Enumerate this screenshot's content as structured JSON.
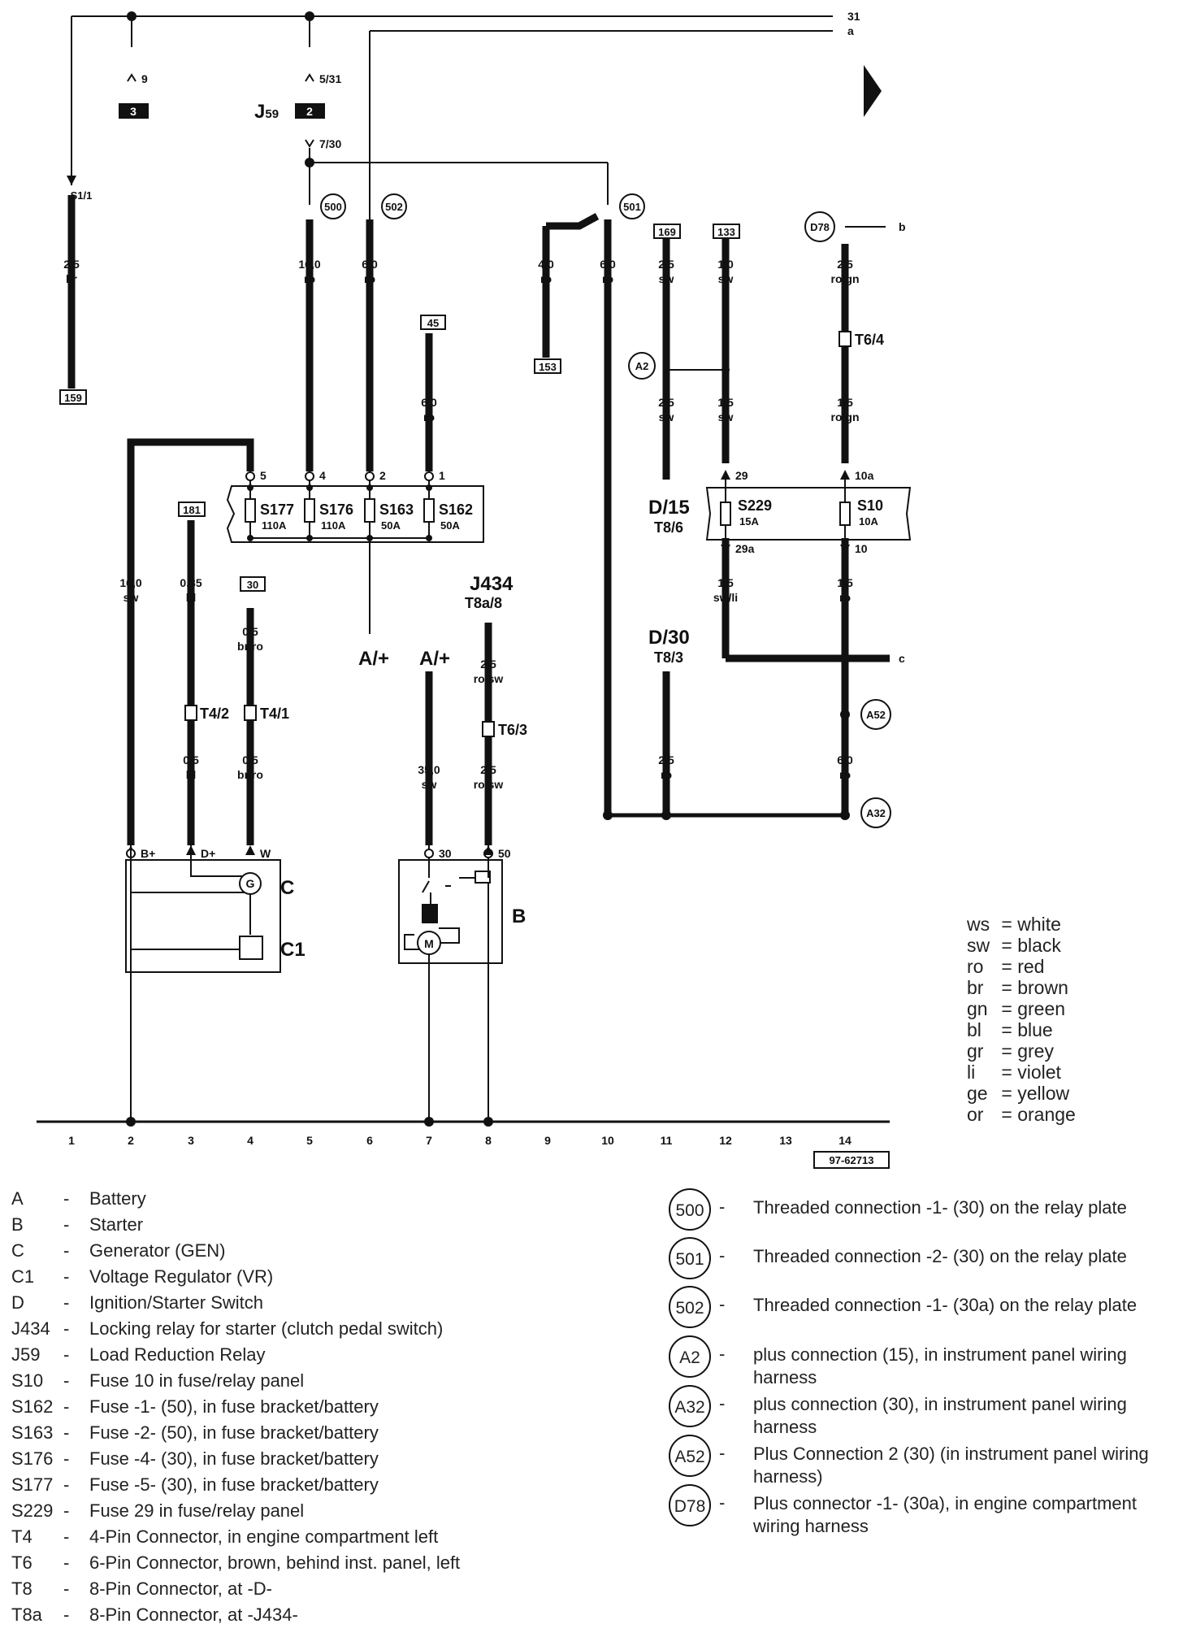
{
  "buses": {
    "b31": "31",
    "ba": "a",
    "bb": "b",
    "bc": "c"
  },
  "relay": {
    "name": "J",
    "sub": "59",
    "p1": "9",
    "p2": "5/31",
    "p3": "7/30",
    "box1": "3",
    "box2": "2"
  },
  "connectors": {
    "c500": "500",
    "c502": "502",
    "c501": "501",
    "cD78": "D78",
    "cA2": "A2",
    "cA52": "A52",
    "cA32": "A32",
    "b169": "169",
    "b133": "133",
    "b45": "45",
    "b153": "153",
    "b159": "159",
    "b181": "181",
    "b30": "30"
  },
  "wires": {
    "s11": "S1/1",
    "w1": "2,5",
    "c1": "br",
    "w2": "16,0",
    "c2": "ro",
    "w3": "6,0",
    "c3": "ro",
    "w4": "4,0",
    "c4": "ro",
    "w5": "6,0",
    "c5": "ro",
    "w6": "2,5",
    "c6": "sw",
    "w7": "1,0",
    "c7": "sw",
    "w8": "2,5",
    "c8": "ro/gn",
    "w9": "6.0",
    "c9": "ro",
    "w10": "2,5",
    "c10": "sw",
    "w11": "1,5",
    "c11": "sw",
    "w12": "1,5",
    "c12": "ro/gn",
    "w13": "16,0",
    "c13": "sw",
    "w14": "0,35",
    "c14": "bl",
    "w15": "0,5",
    "c15": "br/ro",
    "w16": "0,5",
    "c16": "bl",
    "w17": "0,5",
    "c17": "br/ro",
    "w18": "2,5",
    "c18": "ro/sw",
    "w19": "2,5",
    "c19": "ro/sw",
    "w20": "35,0",
    "c20": "sw",
    "w21": "1,5",
    "c21": "sw/li",
    "w22": "1,5",
    "c22": "ro",
    "w23": "2,5",
    "c23": "ro",
    "w24": "6,0",
    "c24": "ro"
  },
  "fuses": {
    "s177": "S177",
    "s176": "S176",
    "s163": "S163",
    "s162": "S162",
    "a177": "110A",
    "a176": "110A",
    "a163": "50A",
    "a162": "50A",
    "p5": "5",
    "p4": "4",
    "p2": "2",
    "p1": "1",
    "s229": "S229",
    "a229": "15A",
    "s10": "S10",
    "a10": "10A",
    "p29": "29",
    "p29a": "29a",
    "p10a": "10a",
    "p10": "10"
  },
  "labels": {
    "t64": "T6/4",
    "t42": "T4/2",
    "t41": "T4/1",
    "t63": "T6/3",
    "d15": "D/15",
    "t86": "T8/6",
    "d30": "D/30",
    "t83": "T8/3",
    "j434": "J434",
    "t8a8": "T8a/8",
    "aplus1": "A/+",
    "aplus2": "A/+",
    "bplus": "B+",
    "dplus": "D+",
    "wterm": "W",
    "t30": "30",
    "t50": "50",
    "gen": "C",
    "vr": "C1",
    "starter": "B",
    "gsym": "G",
    "msym": "M"
  },
  "ground": {
    "nums": [
      "1",
      "2",
      "3",
      "4",
      "5",
      "6",
      "7",
      "8",
      "9",
      "10",
      "11",
      "12",
      "13",
      "14"
    ],
    "ref": "97-62713"
  },
  "colors": [
    {
      "code": "ws",
      "name": "white"
    },
    {
      "code": "sw",
      "name": "black"
    },
    {
      "code": "ro",
      "name": "red"
    },
    {
      "code": "br",
      "name": "brown"
    },
    {
      "code": "gn",
      "name": "green"
    },
    {
      "code": "bl",
      "name": "blue"
    },
    {
      "code": "gr",
      "name": "grey"
    },
    {
      "code": "li",
      "name": "violet"
    },
    {
      "code": "ge",
      "name": "yellow"
    },
    {
      "code": "or",
      "name": "orange"
    }
  ],
  "legend": [
    {
      "code": "A",
      "desc": "Battery"
    },
    {
      "code": "B",
      "desc": "Starter"
    },
    {
      "code": "C",
      "desc": "Generator (GEN)"
    },
    {
      "code": "C1",
      "desc": "Voltage Regulator (VR)"
    },
    {
      "code": "D",
      "desc": "Ignition/Starter Switch"
    },
    {
      "code": "J434",
      "desc": "Locking relay for starter (clutch pedal switch)"
    },
    {
      "code": "J59",
      "desc": "Load Reduction Relay"
    },
    {
      "code": "S10",
      "desc": "Fuse 10 in fuse/relay panel"
    },
    {
      "code": "S162",
      "desc": "Fuse -1- (50), in fuse bracket/battery"
    },
    {
      "code": "S163",
      "desc": "Fuse -2- (50), in fuse bracket/battery"
    },
    {
      "code": "S176",
      "desc": "Fuse -4- (30), in fuse bracket/battery"
    },
    {
      "code": "S177",
      "desc": "Fuse -5- (30), in fuse bracket/battery"
    },
    {
      "code": "S229",
      "desc": "Fuse 29 in fuse/relay panel"
    },
    {
      "code": "T4",
      "desc": "4-Pin Connector, in engine compartment left"
    },
    {
      "code": "T6",
      "desc": "6-Pin Connector, brown, behind inst. panel, left"
    },
    {
      "code": "T8",
      "desc": "8-Pin Connector, at -D-"
    },
    {
      "code": "T8a",
      "desc": "8-Pin Connector, at -J434-"
    }
  ],
  "connections": [
    {
      "code": "500",
      "desc": "Threaded connection -1- (30) on the relay plate"
    },
    {
      "code": "501",
      "desc": "Threaded connection -2- (30) on the relay plate"
    },
    {
      "code": "502",
      "desc": "Threaded connection -1- (30a) on the relay plate"
    },
    {
      "code": "A2",
      "desc": "plus connection (15), in instrument panel  wiring harness"
    },
    {
      "code": "A32",
      "desc": "plus connection (30), in instrument panel wiring harness"
    },
    {
      "code": "A52",
      "desc": "Plus Connection 2 (30) (in instrument panel wiring harness)"
    },
    {
      "code": "D78",
      "desc": "Plus connector -1- (30a), in engine compartment wiring harness"
    }
  ]
}
